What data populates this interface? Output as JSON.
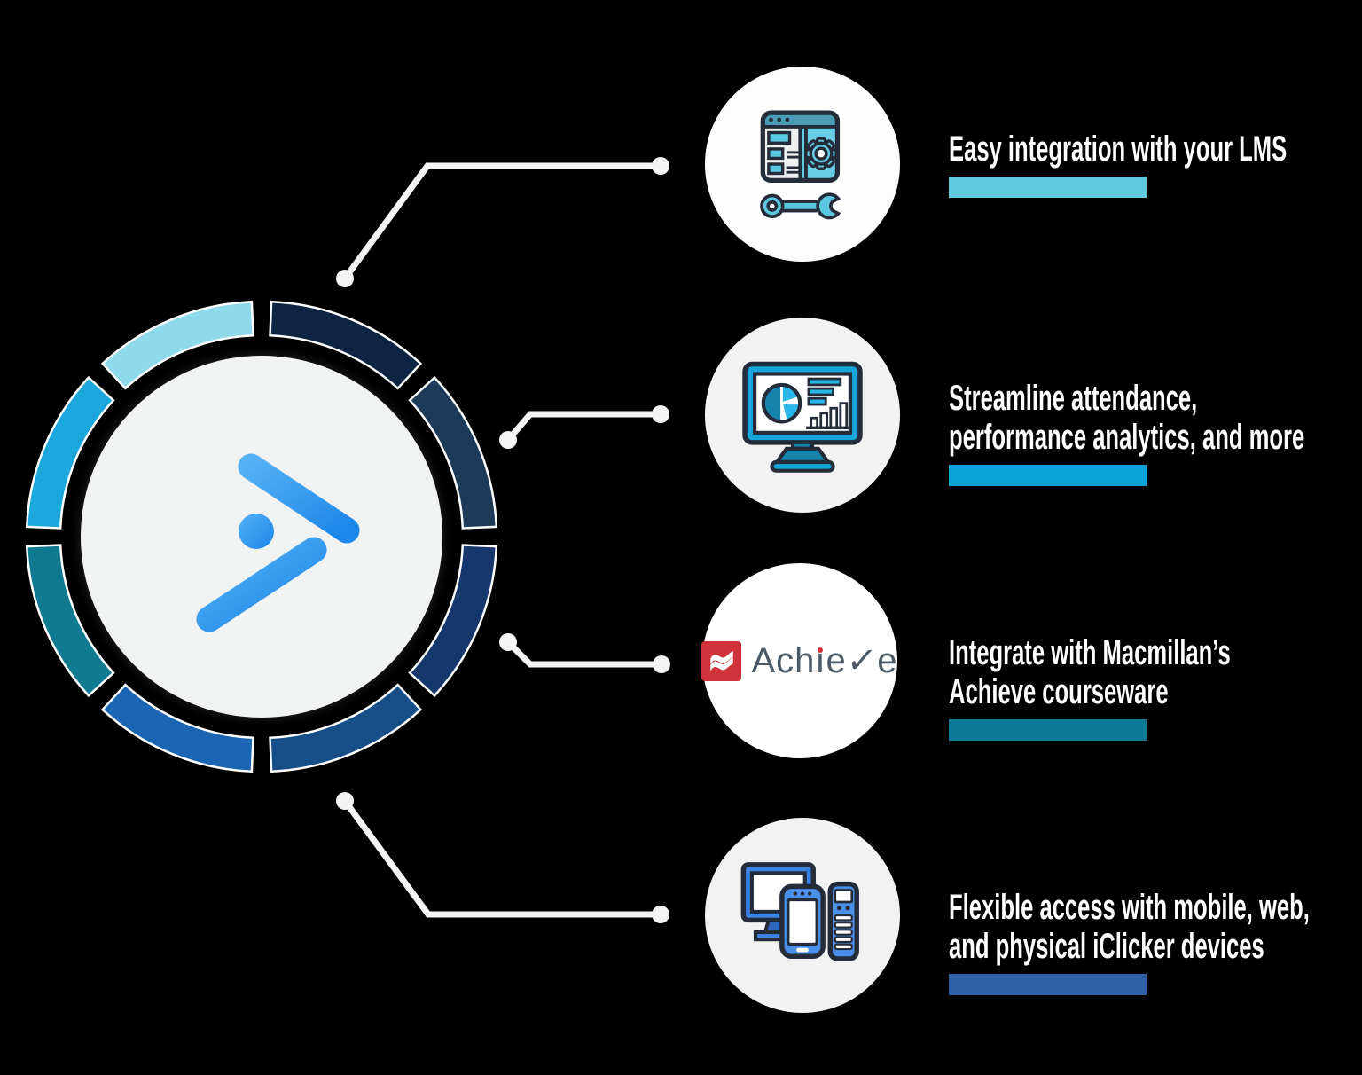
{
  "background": "#000000",
  "text_color": "#ffffff",
  "connector_color": "#f4f4f4",
  "hub": {
    "name": "iclicker-hub",
    "inner_circle_color": "#f1f2f2",
    "logo": {
      "name": "iclicker-logo",
      "gradient_start": "#55b0f4",
      "gradient_end": "#1b87e9"
    },
    "ring_segments": [
      {
        "name": "segment-top-right",
        "color": "#0d2443"
      },
      {
        "name": "segment-right-upper",
        "color": "#1d3b59"
      },
      {
        "name": "segment-right-lower",
        "color": "#15376b"
      },
      {
        "name": "segment-bottom-right",
        "color": "#174e88"
      },
      {
        "name": "segment-bottom-left",
        "color": "#1b66b2"
      },
      {
        "name": "segment-left-lower",
        "color": "#107b90"
      },
      {
        "name": "segment-left-upper",
        "color": "#1ba6dc"
      },
      {
        "name": "segment-top-left",
        "color": "#8ed9ea"
      }
    ]
  },
  "features": [
    {
      "icon": "browser-gear-wrench-icon",
      "circle_color": "#fdfdfd",
      "lines": [
        "Easy integration with your LMS",
        ""
      ],
      "bar_color": "#5fc9de"
    },
    {
      "icon": "monitor-analytics-icon",
      "circle_color": "#f1f2f1",
      "lines": [
        "Streamline attendance,",
        "performance analytics, and more"
      ],
      "bar_color": "#0aa2d8"
    },
    {
      "icon": "achieve-logo",
      "circle_color": "#ffffff",
      "lines": [
        "Integrate with Macmillan’s",
        "Achieve courseware"
      ],
      "bar_color": "#0e7a99",
      "achieve": {
        "badge_color": "#cf3339",
        "text_color": "#4b5a66",
        "text_pre": "Ach",
        "text_i": "ı",
        "text_mid": "e",
        "check": "✓",
        "text_end": "e"
      }
    },
    {
      "icon": "devices-icon",
      "circle_color": "#f1f2f1",
      "lines": [
        "Flexible access with mobile, web,",
        "and physical iClicker devices"
      ],
      "bar_color": "#2f5fa7"
    }
  ]
}
